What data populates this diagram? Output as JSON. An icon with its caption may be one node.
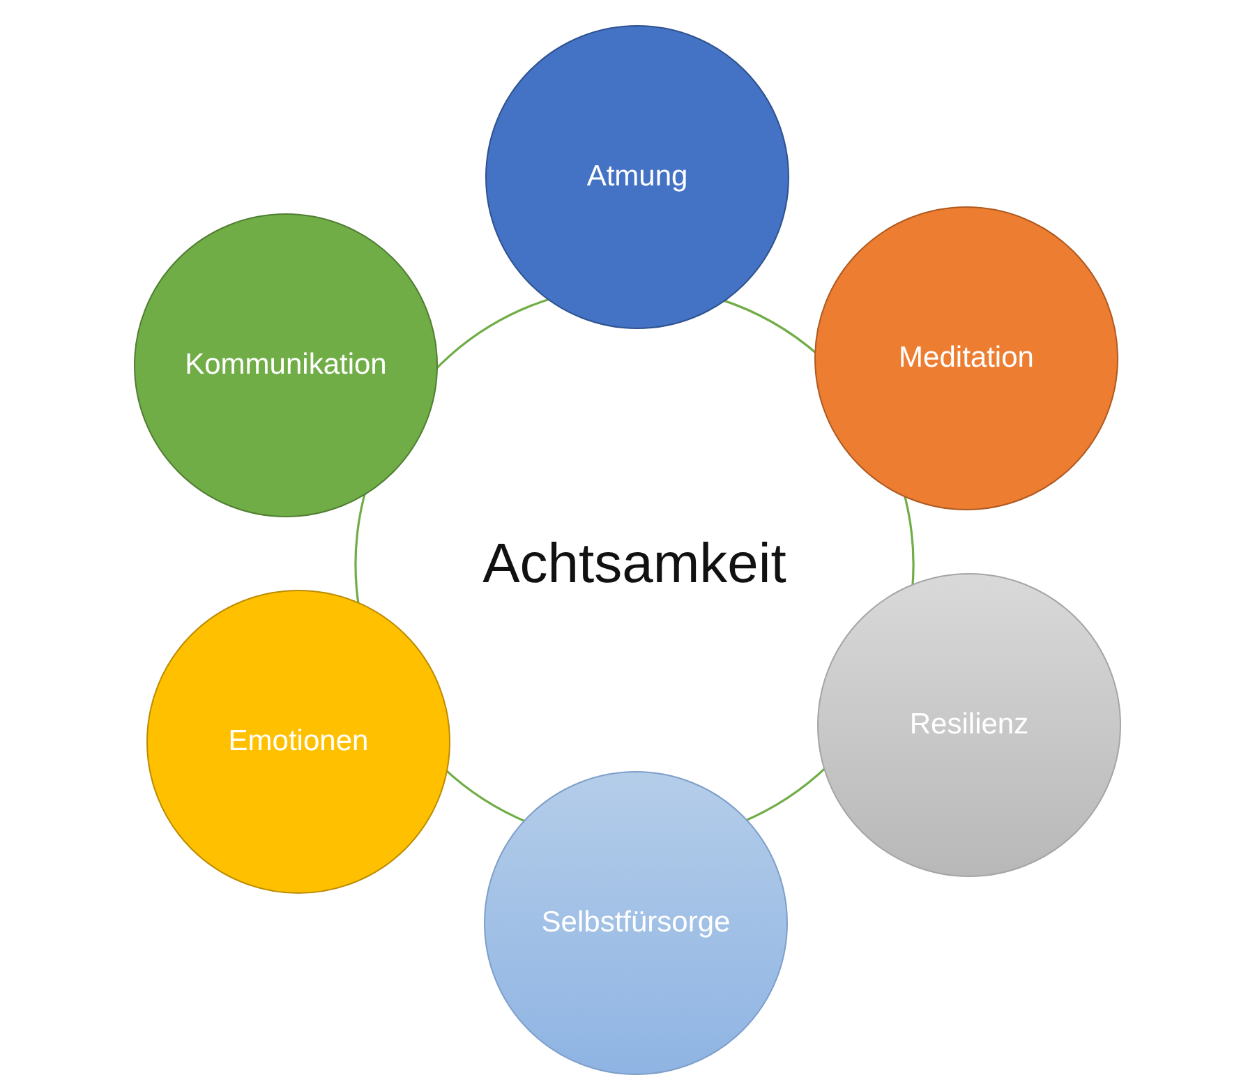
{
  "diagram": {
    "nodes": [
      {
        "text": [
          "Atmung"
        ]
      },
      {
        "text": [
          "Meditation"
        ]
      },
      {
        "text": [
          "Resilienz"
        ]
      },
      {
        "text": [
          "Selbstfürsorge"
        ]
      },
      {
        "text": [
          "Emotionen"
        ]
      },
      {
        "text": [
          "Kommunikation"
        ]
      }
    ],
    "edges": [
      {
        "from": 0,
        "to": 1,
        "arrow": "none"
      },
      {
        "from": 1,
        "to": 2,
        "arrow": "none"
      },
      {
        "from": 2,
        "to": 3,
        "arrow": "none"
      },
      {
        "from": 3,
        "to": 4,
        "arrow": "none"
      },
      {
        "from": 4,
        "to": 5,
        "arrow": "none"
      },
      {
        "from": 5,
        "to": 0,
        "arrow": "none"
      }
    ],
    "labels": [
      "Achtsamkeit"
    ]
  }
}
